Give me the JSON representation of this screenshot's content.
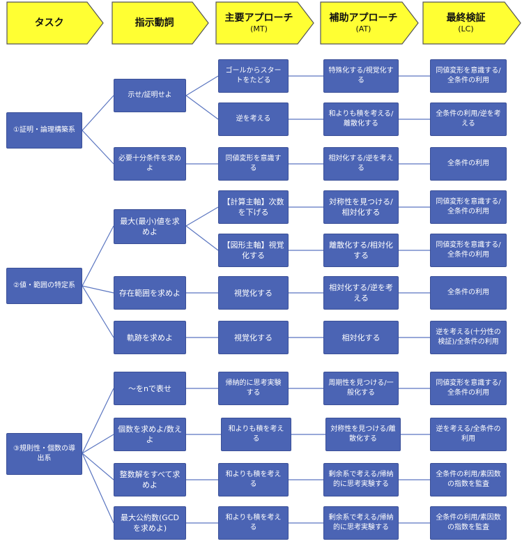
{
  "headers": [
    {
      "label": "タスク",
      "sub": ""
    },
    {
      "label": "指示動詞",
      "sub": ""
    },
    {
      "label": "主要アプローチ",
      "sub": "(MT)"
    },
    {
      "label": "補助アプローチ",
      "sub": "(AT)"
    },
    {
      "label": "最終検証",
      "sub": "(LC)"
    }
  ],
  "colors": {
    "header_fill": "#ffff33",
    "header_stroke": "#555555",
    "box_fill": "#4b64b4",
    "line": "#5a75c0"
  },
  "tasks": [
    {
      "label": "①証明・論理構築系"
    },
    {
      "label": "②値・範囲の特定系"
    },
    {
      "label": "③規則性・個数の導出系"
    }
  ],
  "verbs": [
    {
      "label": "示せ/証明せよ"
    },
    {
      "label": "必要十分条件を求めよ"
    },
    {
      "label": "最大(最小)値を求めよ"
    },
    {
      "label": "存在範囲を求めよ"
    },
    {
      "label": "軌跡を求めよ"
    },
    {
      "label": "〜をnで表せ"
    },
    {
      "label": "個数を求めよ/数えよ"
    },
    {
      "label": "整数解をすべて求めよ"
    },
    {
      "label": "最大公約数(GCDを求めよ)"
    }
  ],
  "rows": [
    {
      "mt": "ゴールからスタートをたどる",
      "at": "特殊化する/視覚化する",
      "lc": "同値変形を意識する/全条件の利用"
    },
    {
      "mt": "逆を考える",
      "at": "和よりも積を考える/離散化する",
      "lc": "全条件の利用/逆を考える"
    },
    {
      "mt": "同値変形を意識する",
      "at": "相対化する/逆を考える",
      "lc": "全条件の利用"
    },
    {
      "mt": "【計算主軸】次数を下げる",
      "at": "対称性を見つける/相対化する",
      "lc": "同値変形を意識する/全条件の利用"
    },
    {
      "mt": "【図形主軸】視覚化する",
      "at": "離散化する/相対化する",
      "lc": "同値変形を意識する/全条件の利用"
    },
    {
      "mt": "視覚化する",
      "at": "相対化する/逆を考える",
      "lc": "全条件の利用"
    },
    {
      "mt": "視覚化する",
      "at": "相対化する",
      "lc": "逆を考える(十分性の検証)/全条件の利用"
    },
    {
      "mt": "帰納的に思考実験する",
      "at": "周期性を見つける/一般化する",
      "lc": "同値変形を意識する/全条件の利用"
    },
    {
      "mt": "和よりも積を考える",
      "at": "対称性を見つける/離散化する",
      "lc": "逆を考える/全条件の利用"
    },
    {
      "mt": "和よりも積を考える",
      "at": "剰余系で考える/帰納的に思考実験する",
      "lc": "全条件の利用/素因数の指数を監査"
    },
    {
      "mt": "和よりも積を考える",
      "at": "剰余系で考える/帰納的に思考実験する",
      "lc": "全条件の利用/素因数の指数を監査"
    }
  ]
}
